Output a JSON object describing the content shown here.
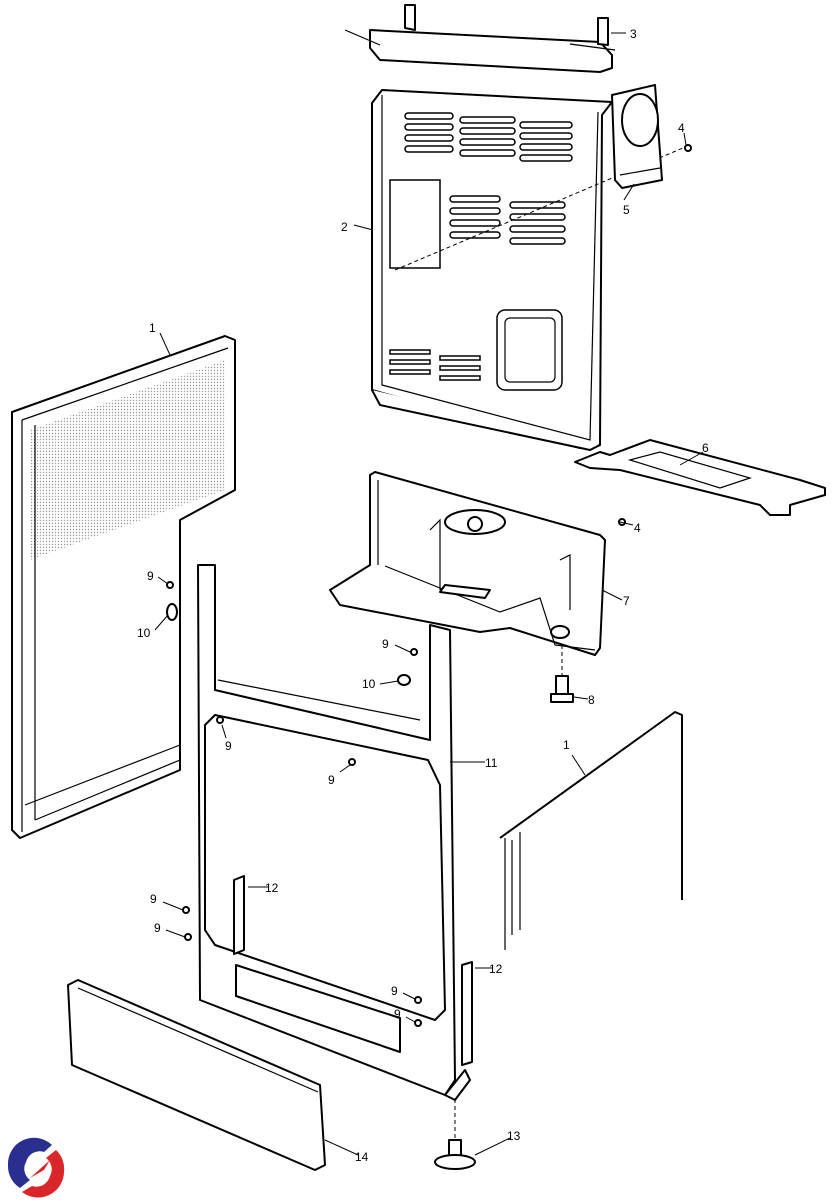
{
  "diagram": {
    "title": "Exploded parts view - range cabinet",
    "callouts": [
      "1",
      "2",
      "3",
      "4",
      "5",
      "6",
      "7",
      "8",
      "9",
      "10",
      "11",
      "12",
      "13",
      "14"
    ],
    "brand_colors": {
      "logo_blue": "#2a2f8f",
      "logo_red": "#d8262b"
    },
    "labels": {
      "l3": "3",
      "l4a": "4",
      "l5": "5",
      "l2": "2",
      "l1a": "1",
      "l6": "6",
      "l4b": "4",
      "l7": "7",
      "l9a": "9",
      "l10a": "10",
      "l9b": "9",
      "l10b": "10",
      "l8": "8",
      "l9c": "9",
      "l9d": "9",
      "l11": "11",
      "l1b": "1",
      "l12a": "12",
      "l9e": "9",
      "l9f": "9",
      "l12b": "12",
      "l9g": "9",
      "l9h": "9",
      "l13": "13",
      "l14": "14"
    }
  }
}
